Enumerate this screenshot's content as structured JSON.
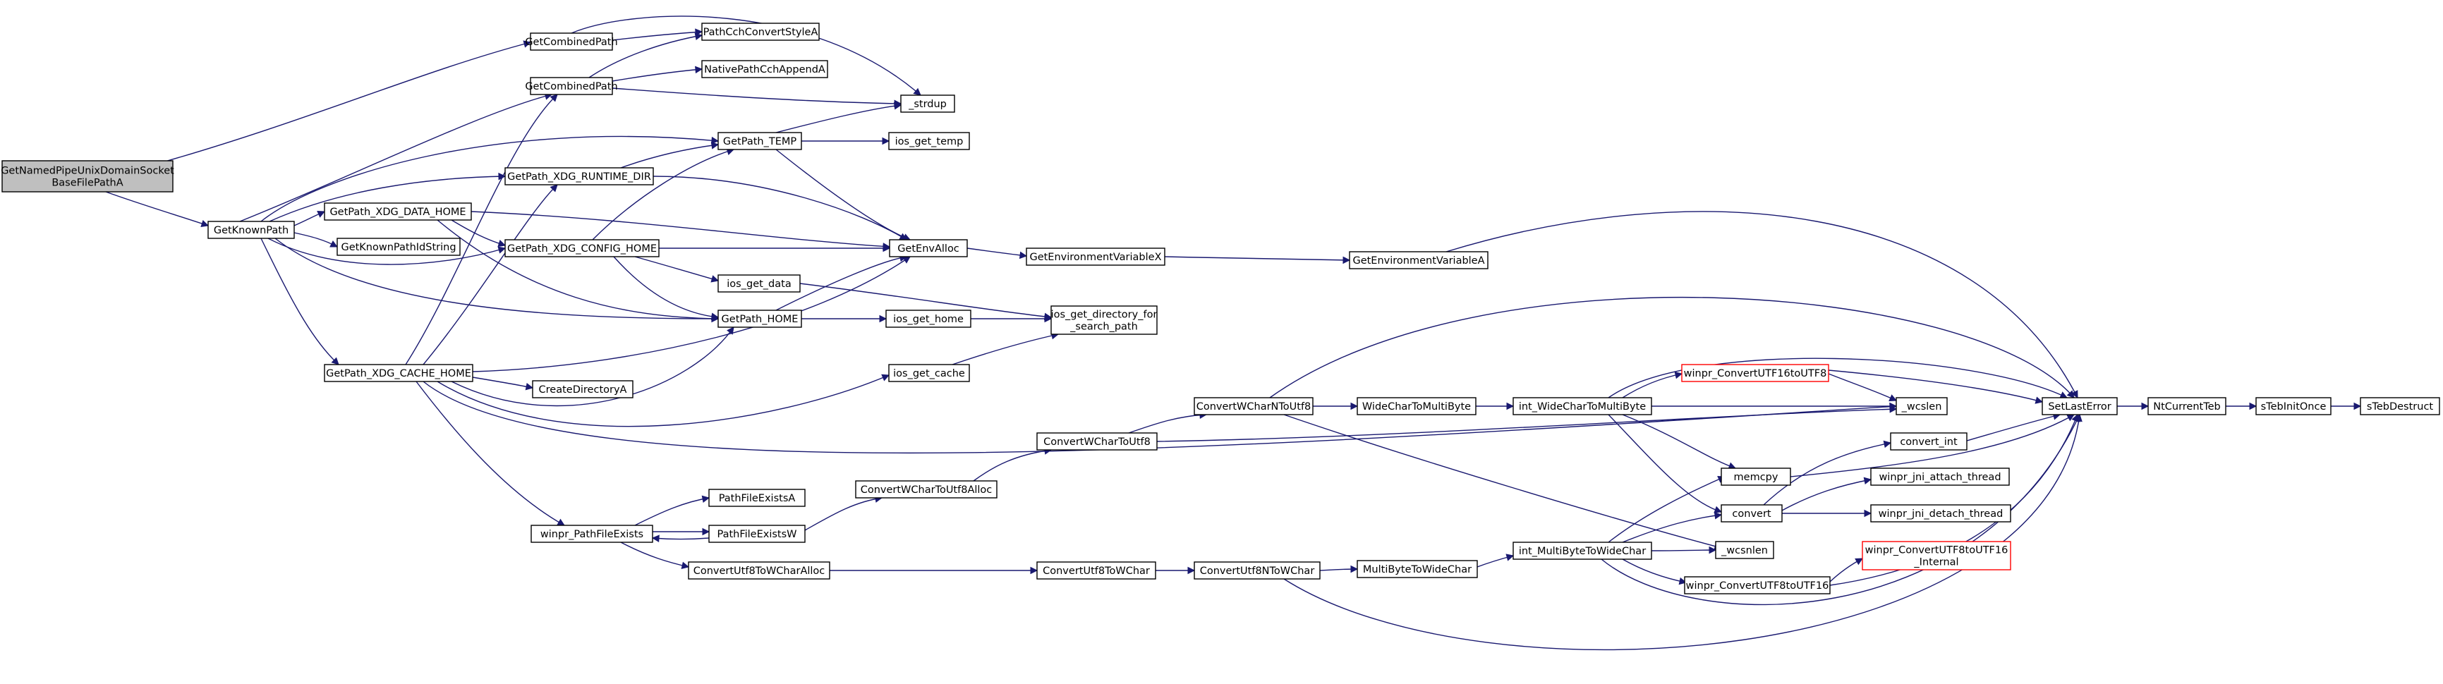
{
  "colors": {
    "edge": "#191970",
    "node_border": "#000000",
    "root_fill": "#bfbfbf",
    "truncated_border": "#ff0000"
  },
  "nodes": {
    "root": {
      "lines": [
        "GetNamedPipeUnixDomainSocket",
        "BaseFilePathA"
      ]
    },
    "getknownpath": {
      "lines": [
        "GetKnownPath"
      ]
    },
    "getcombinedpath_1": {
      "lines": [
        "GetCombinedPath"
      ]
    },
    "getcombinedpath_2": {
      "lines": [
        "GetCombinedPath"
      ]
    },
    "pathcchconvertstylea": {
      "lines": [
        "PathCchConvertStyleA"
      ]
    },
    "nativepathcchappenda": {
      "lines": [
        "NativePathCchAppendA"
      ]
    },
    "strdup": {
      "lines": [
        "_strdup"
      ]
    },
    "getpath_temp": {
      "lines": [
        "GetPath_TEMP"
      ]
    },
    "ios_get_temp": {
      "lines": [
        "ios_get_temp"
      ]
    },
    "getpath_xdg_runtime_dir": {
      "lines": [
        "GetPath_XDG_RUNTIME_DIR"
      ]
    },
    "getpath_xdg_data_home": {
      "lines": [
        "GetPath_XDG_DATA_HOME"
      ]
    },
    "getknownpathidstring": {
      "lines": [
        "GetKnownPathIdString"
      ]
    },
    "getpath_xdg_config_home": {
      "lines": [
        "GetPath_XDG_CONFIG_HOME"
      ]
    },
    "getenvalloc": {
      "lines": [
        "GetEnvAlloc"
      ]
    },
    "getenvironmentvariablex": {
      "lines": [
        "GetEnvironmentVariableX"
      ]
    },
    "getenvironmentvariablea": {
      "lines": [
        "GetEnvironmentVariableA"
      ]
    },
    "ios_get_data": {
      "lines": [
        "ios_get_data"
      ]
    },
    "getpath_home": {
      "lines": [
        "GetPath_HOME"
      ]
    },
    "ios_get_home": {
      "lines": [
        "ios_get_home"
      ]
    },
    "ios_get_directory_for_search_path": {
      "lines": [
        "ios_get_directory_for",
        "_search_path"
      ]
    },
    "getpath_xdg_cache_home": {
      "lines": [
        "GetPath_XDG_CACHE_HOME"
      ]
    },
    "createdirectorya": {
      "lines": [
        "CreateDirectoryA"
      ]
    },
    "ios_get_cache": {
      "lines": [
        "ios_get_cache"
      ]
    },
    "convertwcharntoutf8": {
      "lines": [
        "ConvertWCharNToUtf8"
      ]
    },
    "widechartomultibyte": {
      "lines": [
        "WideCharToMultiByte"
      ]
    },
    "int_widechartomultibyte": {
      "lines": [
        "int_WideCharToMultiByte"
      ]
    },
    "winpr_convertutf16toutf8": {
      "lines": [
        "winpr_ConvertUTF16toUTF8"
      ]
    },
    "wcslen": {
      "lines": [
        "_wcslen"
      ]
    },
    "setlasterror": {
      "lines": [
        "SetLastError"
      ]
    },
    "ntcurrentteb": {
      "lines": [
        "NtCurrentTeb"
      ]
    },
    "stebinitonce": {
      "lines": [
        "sTebInitOnce"
      ]
    },
    "stebdestruct": {
      "lines": [
        "sTebDestruct"
      ]
    },
    "convertwchartoutf8": {
      "lines": [
        "ConvertWCharToUtf8"
      ]
    },
    "convertwchartoutf8alloc": {
      "lines": [
        "ConvertWCharToUtf8Alloc"
      ]
    },
    "pathfileexistsa": {
      "lines": [
        "PathFileExistsA"
      ]
    },
    "winpr_pathfileexists": {
      "lines": [
        "winpr_PathFileExists"
      ]
    },
    "pathfileexistsw": {
      "lines": [
        "PathFileExistsW"
      ]
    },
    "convertutf8towcharalloc": {
      "lines": [
        "ConvertUtf8ToWCharAlloc"
      ]
    },
    "convertutf8towchar": {
      "lines": [
        "ConvertUtf8ToWChar"
      ]
    },
    "convertutf8ntowchar": {
      "lines": [
        "ConvertUtf8NToWChar"
      ]
    },
    "multibytetowidechar": {
      "lines": [
        "MultiByteToWideChar"
      ]
    },
    "int_multibytetowidechar": {
      "lines": [
        "int_MultiByteToWideChar"
      ]
    },
    "memcpy": {
      "lines": [
        "memcpy"
      ]
    },
    "convert": {
      "lines": [
        "convert"
      ]
    },
    "wcsnlen": {
      "lines": [
        "_wcsnlen"
      ]
    },
    "winpr_convertutf8toutf16": {
      "lines": [
        "winpr_ConvertUTF8toUTF16"
      ]
    },
    "convert_int": {
      "lines": [
        "convert_int"
      ]
    },
    "winpr_jni_attach_thread": {
      "lines": [
        "winpr_jni_attach_thread"
      ]
    },
    "winpr_jni_detach_thread": {
      "lines": [
        "winpr_jni_detach_thread"
      ]
    },
    "winpr_convertutf8toutf16_internal": {
      "lines": [
        "winpr_ConvertUTF8toUTF16",
        "_Internal"
      ]
    }
  }
}
